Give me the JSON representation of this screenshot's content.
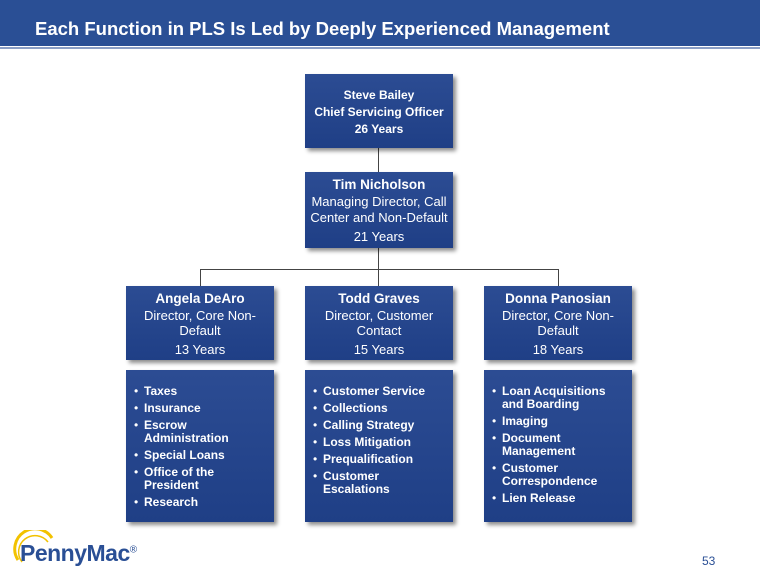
{
  "header": {
    "title": "Each Function in PLS Is Led by Deeply Experienced Management"
  },
  "colors": {
    "brand_blue": "#2a4f95",
    "logo_yellow": "#f2c200"
  },
  "top_box": {
    "name": "Steve Bailey",
    "role": "Chief Servicing Officer",
    "years": "26 Years"
  },
  "mid_box": {
    "name": "Tim Nicholson",
    "role_line1": "Managing Director, Call",
    "role_line2": "Center and Non-Default",
    "years": "21 Years"
  },
  "leaders": [
    {
      "name": "Angela DeAro",
      "role_line1": "Director, Core Non-",
      "role_line2": "Default",
      "years": "13 Years",
      "functions": [
        "Taxes",
        "Insurance",
        "Escrow Administration",
        "Special Loans",
        "Office of the President",
        "Research"
      ]
    },
    {
      "name": "Todd Graves",
      "role_line1": "Director, Customer",
      "role_line2": "Contact",
      "years": "15 Years",
      "functions": [
        "Customer Service",
        "Collections",
        "Calling Strategy",
        "Loss Mitigation",
        "Prequalification",
        "Customer Escalations"
      ]
    },
    {
      "name": "Donna Panosian",
      "role_line1": "Director, Core Non-",
      "role_line2": "Default",
      "years": "18 Years",
      "functions": [
        "Loan Acquisitions and Boarding",
        "Imaging",
        "Document Management",
        "Customer Correspondence",
        "Lien Release"
      ]
    }
  ],
  "footer": {
    "logo_text": "PennyMac",
    "logo_mark": "®",
    "page_number": "53"
  }
}
